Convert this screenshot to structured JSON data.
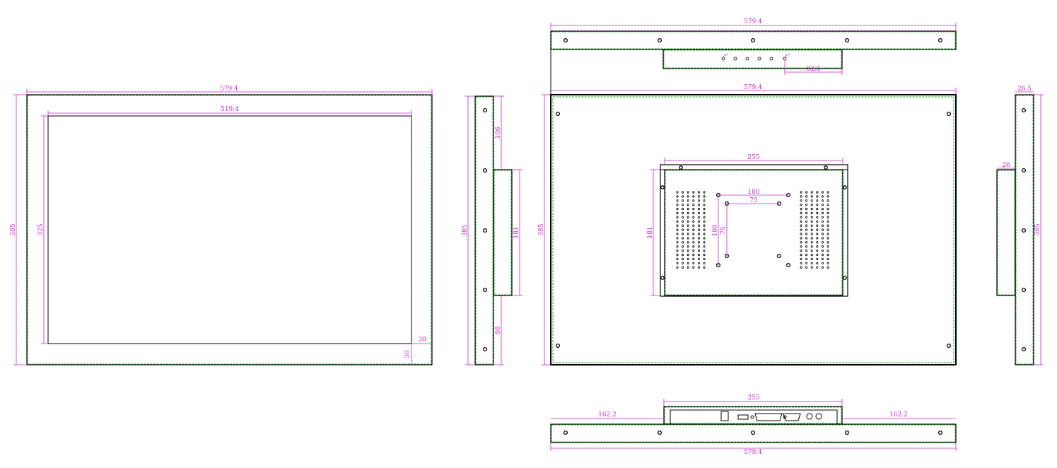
{
  "dimensions": {
    "width_total": "579.4",
    "screen_width": "519.4",
    "height_total": "385",
    "screen_height": "325",
    "bezel_side": "30",
    "bezel_bottom": "30",
    "side_top_offset": "106",
    "box_height": "181",
    "side_bottom_offset": "98",
    "box_width": "255",
    "vesa_outer": "100",
    "vesa_inner": "75",
    "top_port_offset": "82.5",
    "bottom_offset": "162.2",
    "depth_total": "26.5",
    "depth_box": "26"
  },
  "colors": {
    "outline": "#000000",
    "dimension": "#cc22cc",
    "hidden_edge": "#1aa51a"
  }
}
